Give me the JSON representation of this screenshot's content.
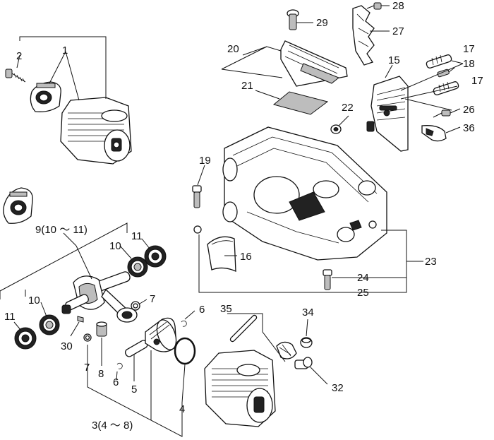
{
  "labels": {
    "l1": "1",
    "l2": "2",
    "l3": "3(4 ～ 8)",
    "l4": "4",
    "l5": "5",
    "l6a": "6",
    "l6b": "6",
    "l7a": "7",
    "l7b": "7",
    "l8": "8",
    "l9": "9(10 ～ 11)",
    "l10a": "10",
    "l10b": "10",
    "l11a": "11",
    "l11b": "11",
    "l15": "15",
    "l16": "16",
    "l17a": "17",
    "l17b": "17",
    "l18": "18",
    "l19": "19",
    "l20": "20",
    "l21": "21",
    "l22": "22",
    "l23": "23",
    "l24": "24",
    "l25": "25",
    "l26": "26",
    "l27": "27",
    "l28": "28",
    "l29": "29",
    "l30": "30",
    "l32": "32",
    "l34": "34",
    "l35": "35",
    "l36": "36"
  }
}
